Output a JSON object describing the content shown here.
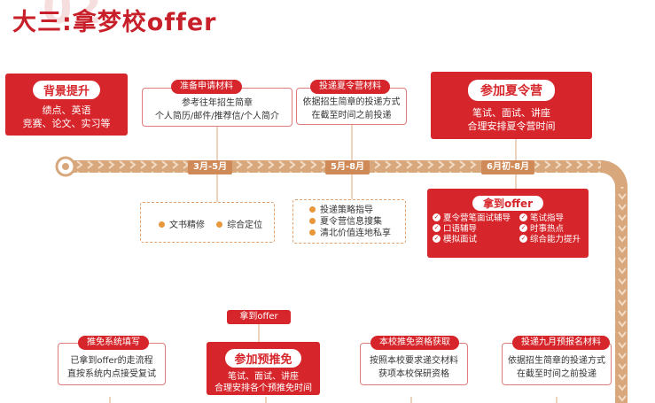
{
  "header": {
    "number": "02",
    "title": "大三:拿梦校offer"
  },
  "colors": {
    "primary_red": "#d6262b",
    "timeline_brown": "#d8a77c",
    "dot_orange": "#e8973a"
  },
  "timeline": {
    "labels": [
      "3月-5月",
      "5月-8月",
      "6月初-8月"
    ]
  },
  "top_row": {
    "background": {
      "title": "背景提升",
      "lines": [
        "绩点、英语",
        "竞赛、论文、实习等"
      ]
    },
    "prepare": {
      "title": "准备申请材料",
      "lines": [
        "参考往年招生简章",
        "个人简历/邮件/推荐信/个人简介"
      ]
    },
    "summer_submit": {
      "title": "投递夏令营材料",
      "lines": [
        "依据招生简章的投递方式",
        "在截至时间之前投递"
      ]
    },
    "summer_camp": {
      "title": "参加夏令营",
      "lines": [
        "笔试、面试、讲座",
        "合理安排夏令营时间"
      ]
    }
  },
  "mid_row": {
    "services_1": [
      "文书精修",
      "综合定位"
    ],
    "services_2": [
      "投递策略指导",
      "夏令营信息搜集",
      "清北价值连地私享"
    ],
    "offer": {
      "title": "拿到offer",
      "items": [
        "夏令营笔面试辅导",
        "笔试指导",
        "口语辅导",
        "时事热点",
        "模拟面试",
        "综合能力提升"
      ]
    }
  },
  "bottom_row": {
    "offer_tag": "拿到offer",
    "exempt_fill": {
      "title": "推免系统填写",
      "lines": [
        "已拿到offer的走流程",
        "直按系统内点接受复试"
      ]
    },
    "pre_exempt": {
      "title": "参加预推免",
      "lines": [
        "笔试、面试、讲座",
        "合理安排各个预推免时间"
      ]
    },
    "school_qual": {
      "title": "本校推免资格获取",
      "lines": [
        "按照本校要求递交材料",
        "获项本校保研资格"
      ]
    },
    "sept_submit": {
      "title": "投递九月预报名材料",
      "lines": [
        "依据招生简章的投递方式",
        "在截至时间之前投递"
      ]
    }
  }
}
